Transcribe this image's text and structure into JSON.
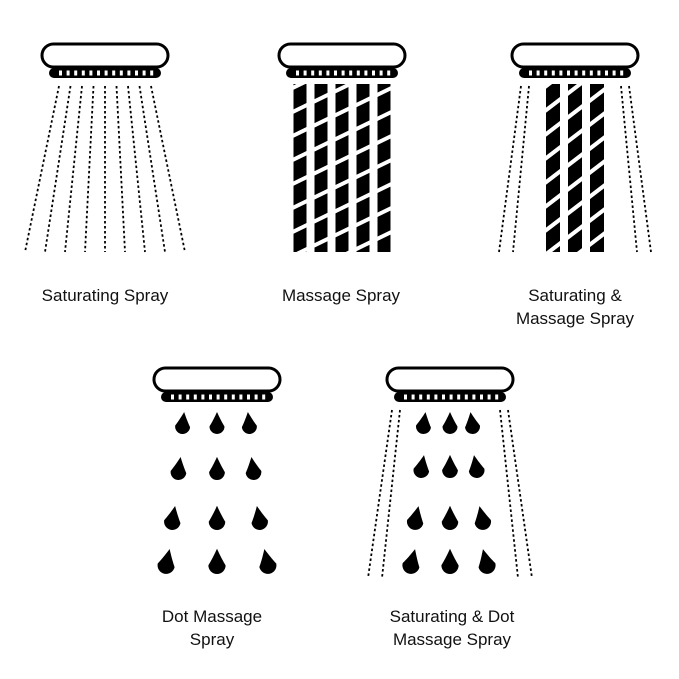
{
  "colors": {
    "ink": "#000000",
    "background": "#ffffff",
    "text": "#111111"
  },
  "spray_modes": [
    {
      "id": "saturating",
      "label_lines": [
        "Saturating Spray"
      ],
      "icon": "showerhead-saturating-spray-icon",
      "features": [
        "fine-streams"
      ]
    },
    {
      "id": "massage",
      "label_lines": [
        "Massage Spray"
      ],
      "icon": "showerhead-massage-spray-icon",
      "features": [
        "massage-jets"
      ]
    },
    {
      "id": "saturating-massage",
      "label_lines": [
        "Saturating &",
        "Massage Spray"
      ],
      "icon": "showerhead-saturating-massage-spray-icon",
      "features": [
        "fine-streams",
        "massage-jets"
      ]
    },
    {
      "id": "dot-massage",
      "label_lines": [
        "Dot Massage",
        "Spray"
      ],
      "icon": "showerhead-dot-massage-spray-icon",
      "features": [
        "droplets"
      ]
    },
    {
      "id": "saturating-dot-massage",
      "label_lines": [
        "Saturating & Dot",
        "Massage Spray"
      ],
      "icon": "showerhead-saturating-dot-massage-spray-icon",
      "features": [
        "fine-streams",
        "droplets"
      ]
    }
  ]
}
